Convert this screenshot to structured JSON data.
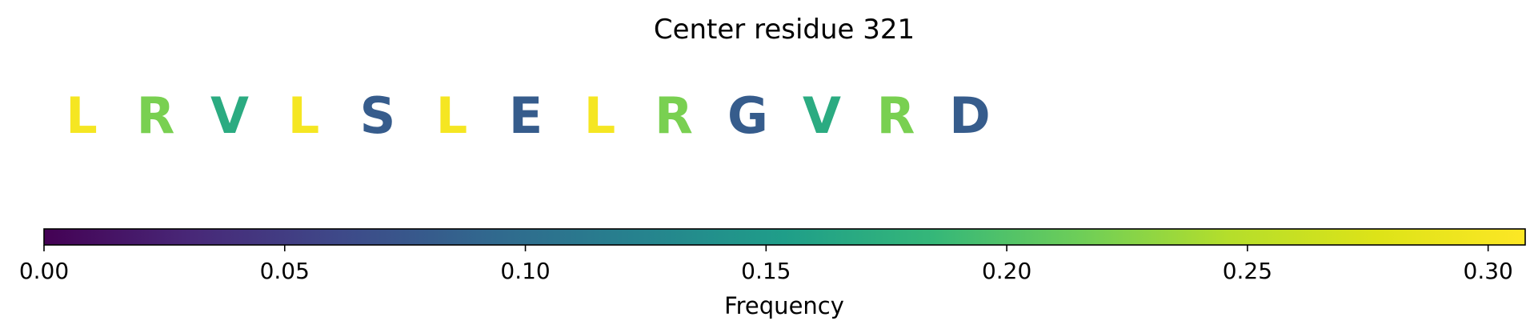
{
  "chart_data": {
    "type": "colorbar",
    "title": "Center residue 321",
    "residues": [
      {
        "letter": "L",
        "frequency": 0.3
      },
      {
        "letter": "R",
        "frequency": 0.22
      },
      {
        "letter": "V",
        "frequency": 0.17
      },
      {
        "letter": "L",
        "frequency": 0.3
      },
      {
        "letter": "S",
        "frequency": 0.08
      },
      {
        "letter": "L",
        "frequency": 0.3
      },
      {
        "letter": "E",
        "frequency": 0.08
      },
      {
        "letter": "L",
        "frequency": 0.3
      },
      {
        "letter": "R",
        "frequency": 0.22
      },
      {
        "letter": "G",
        "frequency": 0.08
      },
      {
        "letter": "V",
        "frequency": 0.17
      },
      {
        "letter": "R",
        "frequency": 0.22
      },
      {
        "letter": "D",
        "frequency": 0.08
      }
    ],
    "colorbar": {
      "label": "Frequency",
      "range": [
        0,
        0.3077
      ],
      "colormap": "viridis",
      "ticks": [
        0.0,
        0.05,
        0.1,
        0.15,
        0.2,
        0.25,
        0.3
      ],
      "tick_labels": [
        "0.00",
        "0.05",
        "0.10",
        "0.15",
        "0.20",
        "0.25",
        "0.30"
      ]
    }
  }
}
